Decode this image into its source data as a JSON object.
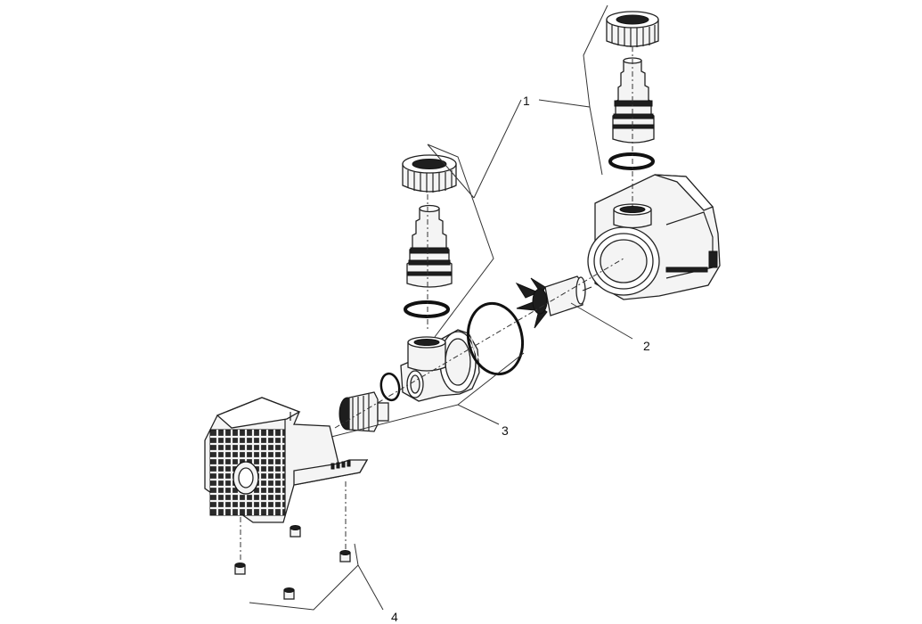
{
  "callouts": {
    "c1": "1",
    "c2": "2",
    "c3": "3",
    "c4": "4"
  },
  "colors": {
    "outline": "#222222",
    "background": "#ffffff",
    "fill_light": "#f4f4f4",
    "fill_dark": "#1e1e1e"
  }
}
